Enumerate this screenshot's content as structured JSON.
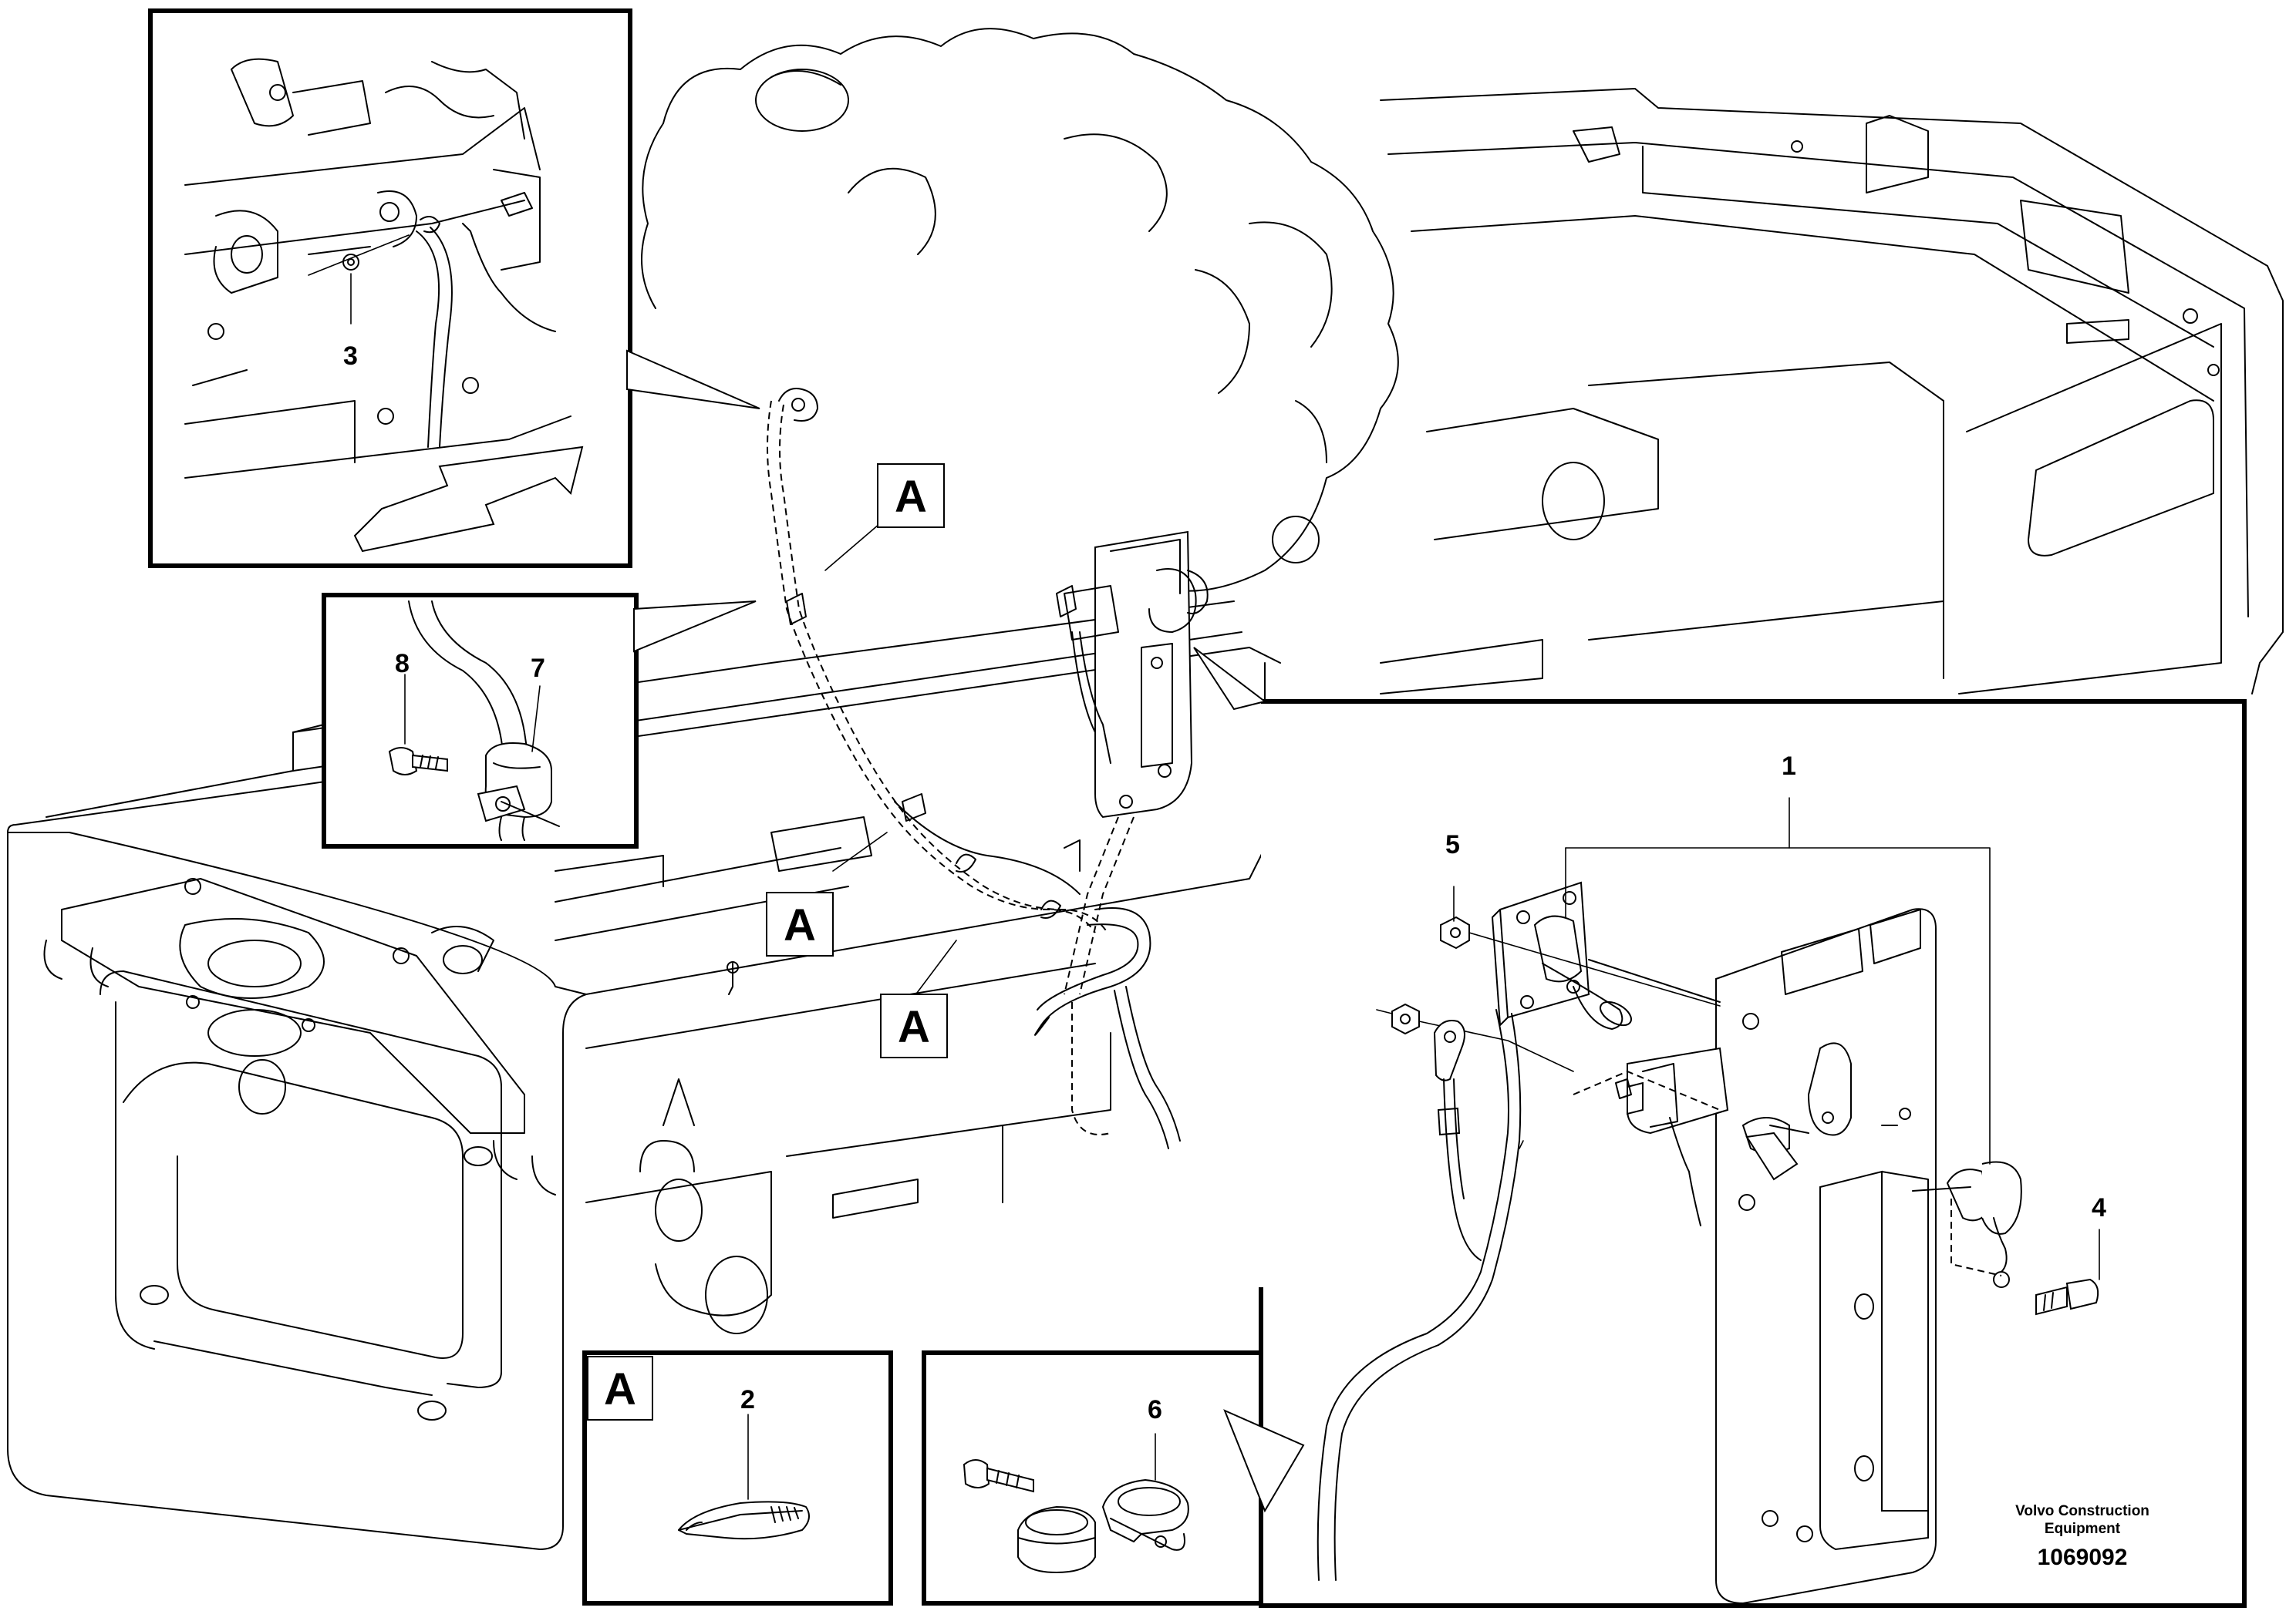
{
  "callouts": {
    "c1": "1",
    "c2": "2",
    "c3": "3",
    "c4": "4",
    "c5": "5",
    "c6": "6",
    "c7": "7",
    "c8": "8"
  },
  "view_labels": {
    "a1": "A",
    "a2": "A",
    "a3": "A",
    "a4": "A"
  },
  "brand": {
    "line1": "Volvo Construction",
    "line2": "Equipment"
  },
  "doc_number": "1069092"
}
